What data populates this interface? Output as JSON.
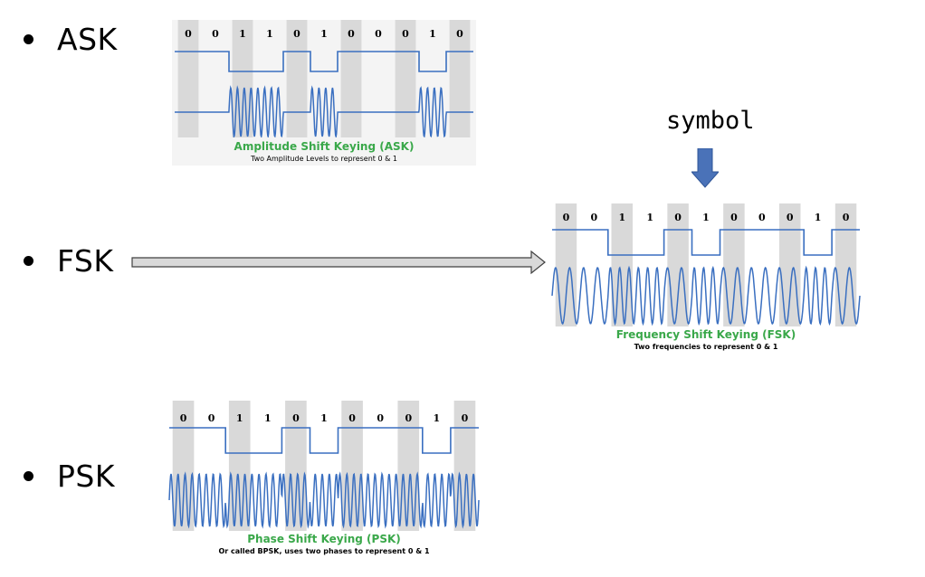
{
  "bullets": {
    "ask": "ASK",
    "fsk": "FSK",
    "psk": "PSK"
  },
  "annotation": {
    "symbol": "symbol"
  },
  "bits": [
    "0",
    "0",
    "1",
    "1",
    "0",
    "1",
    "0",
    "0",
    "0",
    "1",
    "0"
  ],
  "panels": {
    "ask": {
      "title": "Amplitude Shift Keying (ASK)",
      "caption": "Two Amplitude Levels to represent 0 & 1"
    },
    "fsk": {
      "title": "Frequency Shift Keying (FSK)",
      "caption": "Two frequencies to represent 0 & 1"
    },
    "psk": {
      "title": "Phase Shift Keying (PSK)",
      "caption": "Or called BPSK, uses two phases to represent 0 & 1"
    }
  },
  "colors": {
    "signal": "#3a6fc0",
    "title_green": "#3aa84a",
    "symbol_arrow": "#4a72b8",
    "column_shade": "#d9d9d9"
  }
}
